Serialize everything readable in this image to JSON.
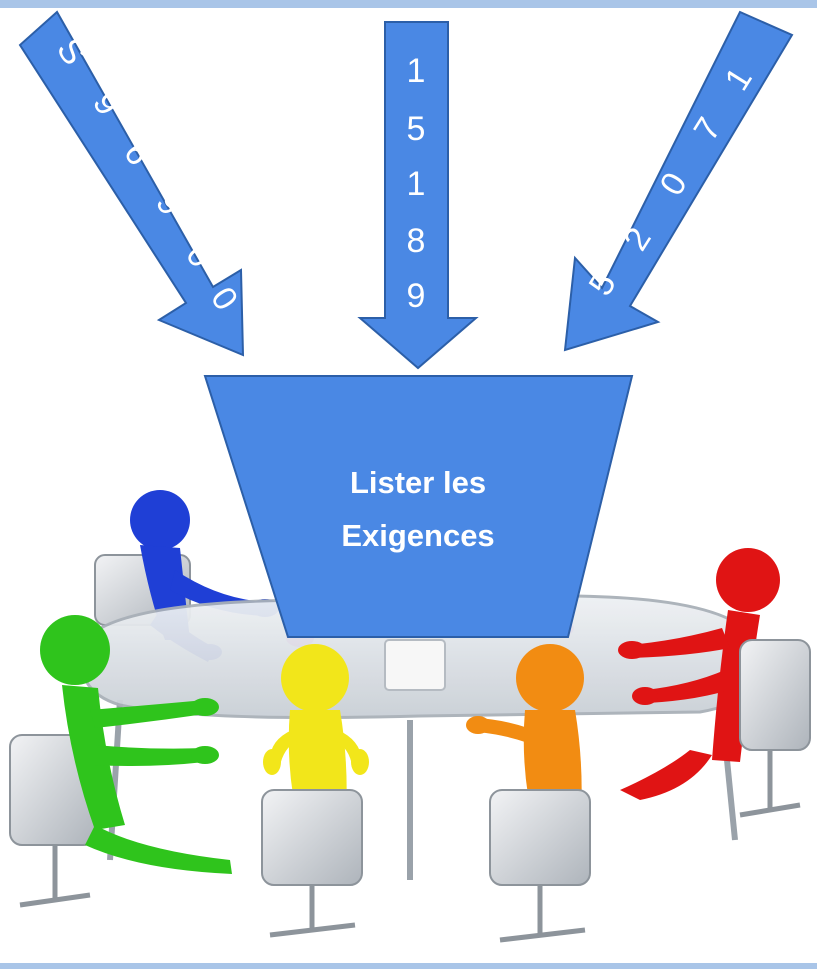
{
  "colors": {
    "arrow_fill": "#4a88e4",
    "arrow_stroke": "#2c5fa8",
    "funnel_fill": "#4a88e4",
    "funnel_stroke": "#2c5fa8",
    "border": "#a9c5e8",
    "figure_blue": "#1f3fd6",
    "figure_green": "#2fc41c",
    "figure_yellow": "#f2e61a",
    "figure_orange": "#f28c12",
    "figure_red": "#e01414",
    "figure_pink": "#e860d8"
  },
  "arrows": {
    "left": [
      "S",
      "9",
      "6",
      "9",
      "0",
      "0"
    ],
    "center": [
      "1",
      "5",
      "1",
      "8",
      "9"
    ],
    "right": [
      "1",
      "7",
      "0",
      "2",
      "5"
    ]
  },
  "funnel": {
    "line1": "Lister les",
    "line2": "Exigences"
  },
  "illustration": {
    "icon": "meeting-table-figures-icon"
  }
}
